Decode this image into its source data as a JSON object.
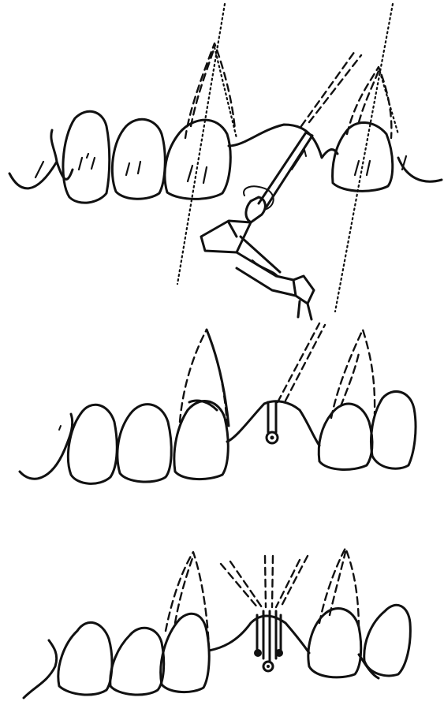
{
  "figure": {
    "panels": [
      {
        "id": "panel-1",
        "description_label": ""
      },
      {
        "id": "panel-2",
        "description_label": ""
      },
      {
        "id": "panel-3",
        "description_label": ""
      }
    ]
  },
  "colors": {
    "ink": "#111111",
    "paper": "#ffffff"
  }
}
